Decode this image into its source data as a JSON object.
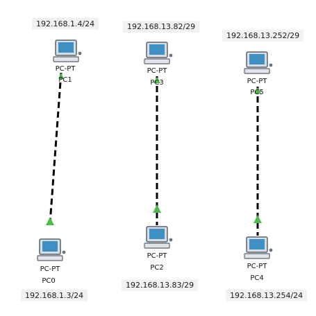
{
  "colors": {
    "link": "#000000",
    "link_up": "#4fb84f",
    "label_bg": "#f2f2f2"
  },
  "devices": [
    {
      "id": "pc0",
      "type": "PC-PT",
      "name": "PC0",
      "ip": "192.168.1.3/24",
      "icon": "pc-icon"
    },
    {
      "id": "pc1",
      "type": "PC-PT",
      "name": "PC1",
      "ip": "192.168.1.4/24",
      "icon": "pc-icon"
    },
    {
      "id": "pc2",
      "type": "PC-PT",
      "name": "PC2",
      "ip": "192.168.13.83/29",
      "icon": "pc-icon"
    },
    {
      "id": "pc3",
      "type": "PC-PT",
      "name": "PC3",
      "ip": "192.168.13.82/29",
      "icon": "pc-icon"
    },
    {
      "id": "pc4",
      "type": "PC-PT",
      "name": "PC4",
      "ip": "192.168.13.254/24",
      "icon": "pc-icon"
    },
    {
      "id": "pc5",
      "type": "PC-PT",
      "name": "PC5",
      "ip": "192.168.13.252/29",
      "icon": "pc-icon"
    }
  ],
  "links": [
    {
      "from": "pc1",
      "to": "pc0",
      "status": "up"
    },
    {
      "from": "pc3",
      "to": "pc2",
      "status": "up"
    },
    {
      "from": "pc5",
      "to": "pc4",
      "status": "up"
    }
  ]
}
